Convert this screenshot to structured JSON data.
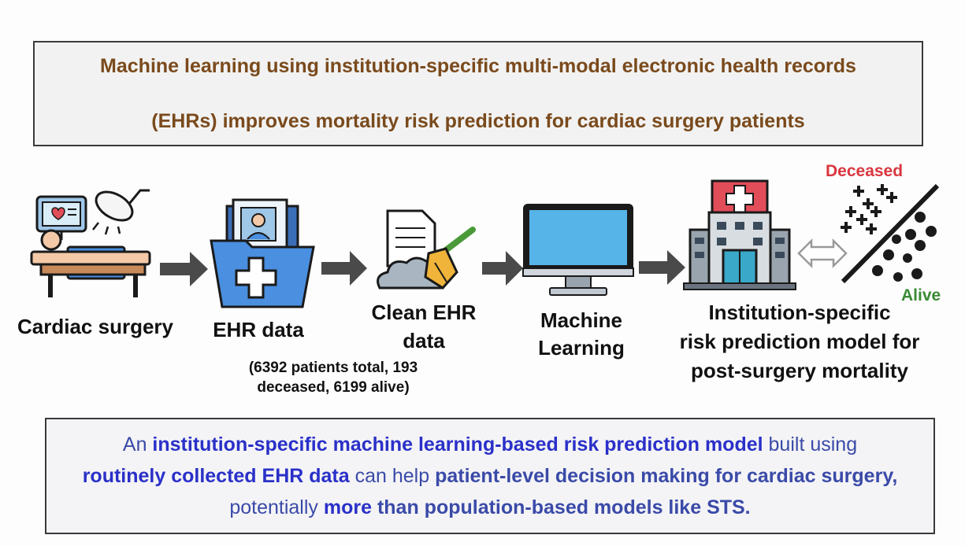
{
  "title": {
    "line1": "Machine learning using institution-specific multi-modal electronic health records",
    "line2": "(EHRs) improves mortality risk prediction for cardiac surgery patients"
  },
  "steps": {
    "cardiac_surgery": "Cardiac surgery",
    "ehr_data": "EHR data",
    "ehr_stats_line1": "(6392 patients total, 193",
    "ehr_stats_line2": "deceased, 6199 alive)",
    "clean_line1": "Clean EHR",
    "clean_line2": "data",
    "ml_line1": "Machine",
    "ml_line2": "Learning",
    "model_line1": "Institution-specific",
    "model_line2": "risk prediction model for",
    "model_line3": "post-surgery mortality"
  },
  "classes": {
    "deceased": "Deceased",
    "alive": "Alive"
  },
  "summary": {
    "l1_a": "An ",
    "l1_b": "institution-specific machine learning-based risk prediction model",
    "l1_c": " built using",
    "l2_a": "routinely collected EHR data",
    "l2_b": " can help ",
    "l2_c": "patient-level decision making for cardiac surgery,",
    "l3_a": "potentially ",
    "l3_b": "more",
    "l3_c": " than population-based models like STS."
  },
  "colors": {
    "title": "#7a4a1c",
    "deceased": "#d9363e",
    "alive": "#3a8a34",
    "summary_bold": "#2a30c8",
    "summary_text": "#3a4aa8"
  }
}
